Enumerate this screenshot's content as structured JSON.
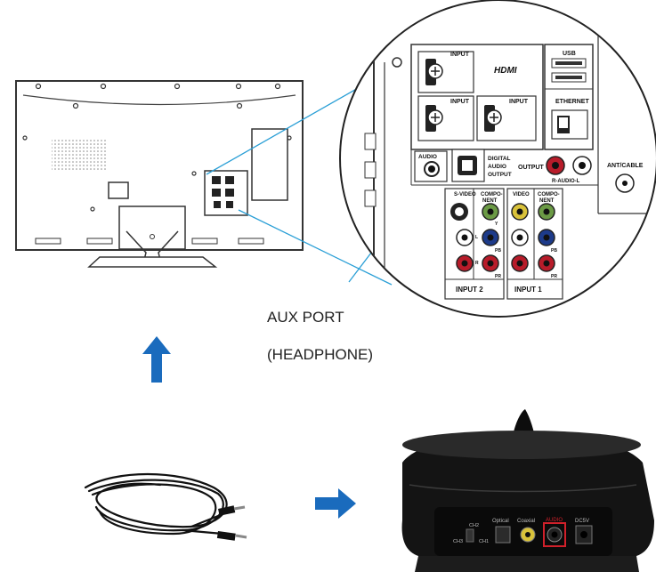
{
  "callout": {
    "aux_line1": "AUX PORT",
    "aux_line2": "(HEADPHONE)"
  },
  "tv_panel": {
    "input_label": "INPUT",
    "hdmi_label": "HDMI",
    "usb_label": "USB",
    "ethernet_label": "ETHERNET",
    "audio_label": "AUDIO",
    "digital_audio_label_1": "DIGITAL",
    "digital_audio_label_2": "AUDIO",
    "digital_audio_label_3": "OUTPUT",
    "output_label": "OUTPUT",
    "r_audio_l_label": "R-AUDIO-L",
    "ant_cable_label": "ANT/CABLE",
    "svideo_label": "S-VIDEO",
    "component_label_1": "COMPO-",
    "component_label_2": "NENT",
    "video_label": "VIDEO",
    "input2_label": "INPUT 2",
    "input1_label": "INPUT 1",
    "y_label": "Y",
    "pb_label": "PB",
    "pr_label": "PR",
    "l_label": "L",
    "r_label": "R"
  },
  "receiver": {
    "ch_label_1": "CH2",
    "ch_label_2": "CH3",
    "ch_label_3": "CH1",
    "optical_label": "Optical",
    "coaxial_label": "Coaxial",
    "audio_label": "AUDIO",
    "dc_label": "DC5V"
  },
  "colors": {
    "arrow_blue": "#1a6bbd",
    "callout_line": "#2a9fd6",
    "highlight_red": "#d0202a"
  }
}
